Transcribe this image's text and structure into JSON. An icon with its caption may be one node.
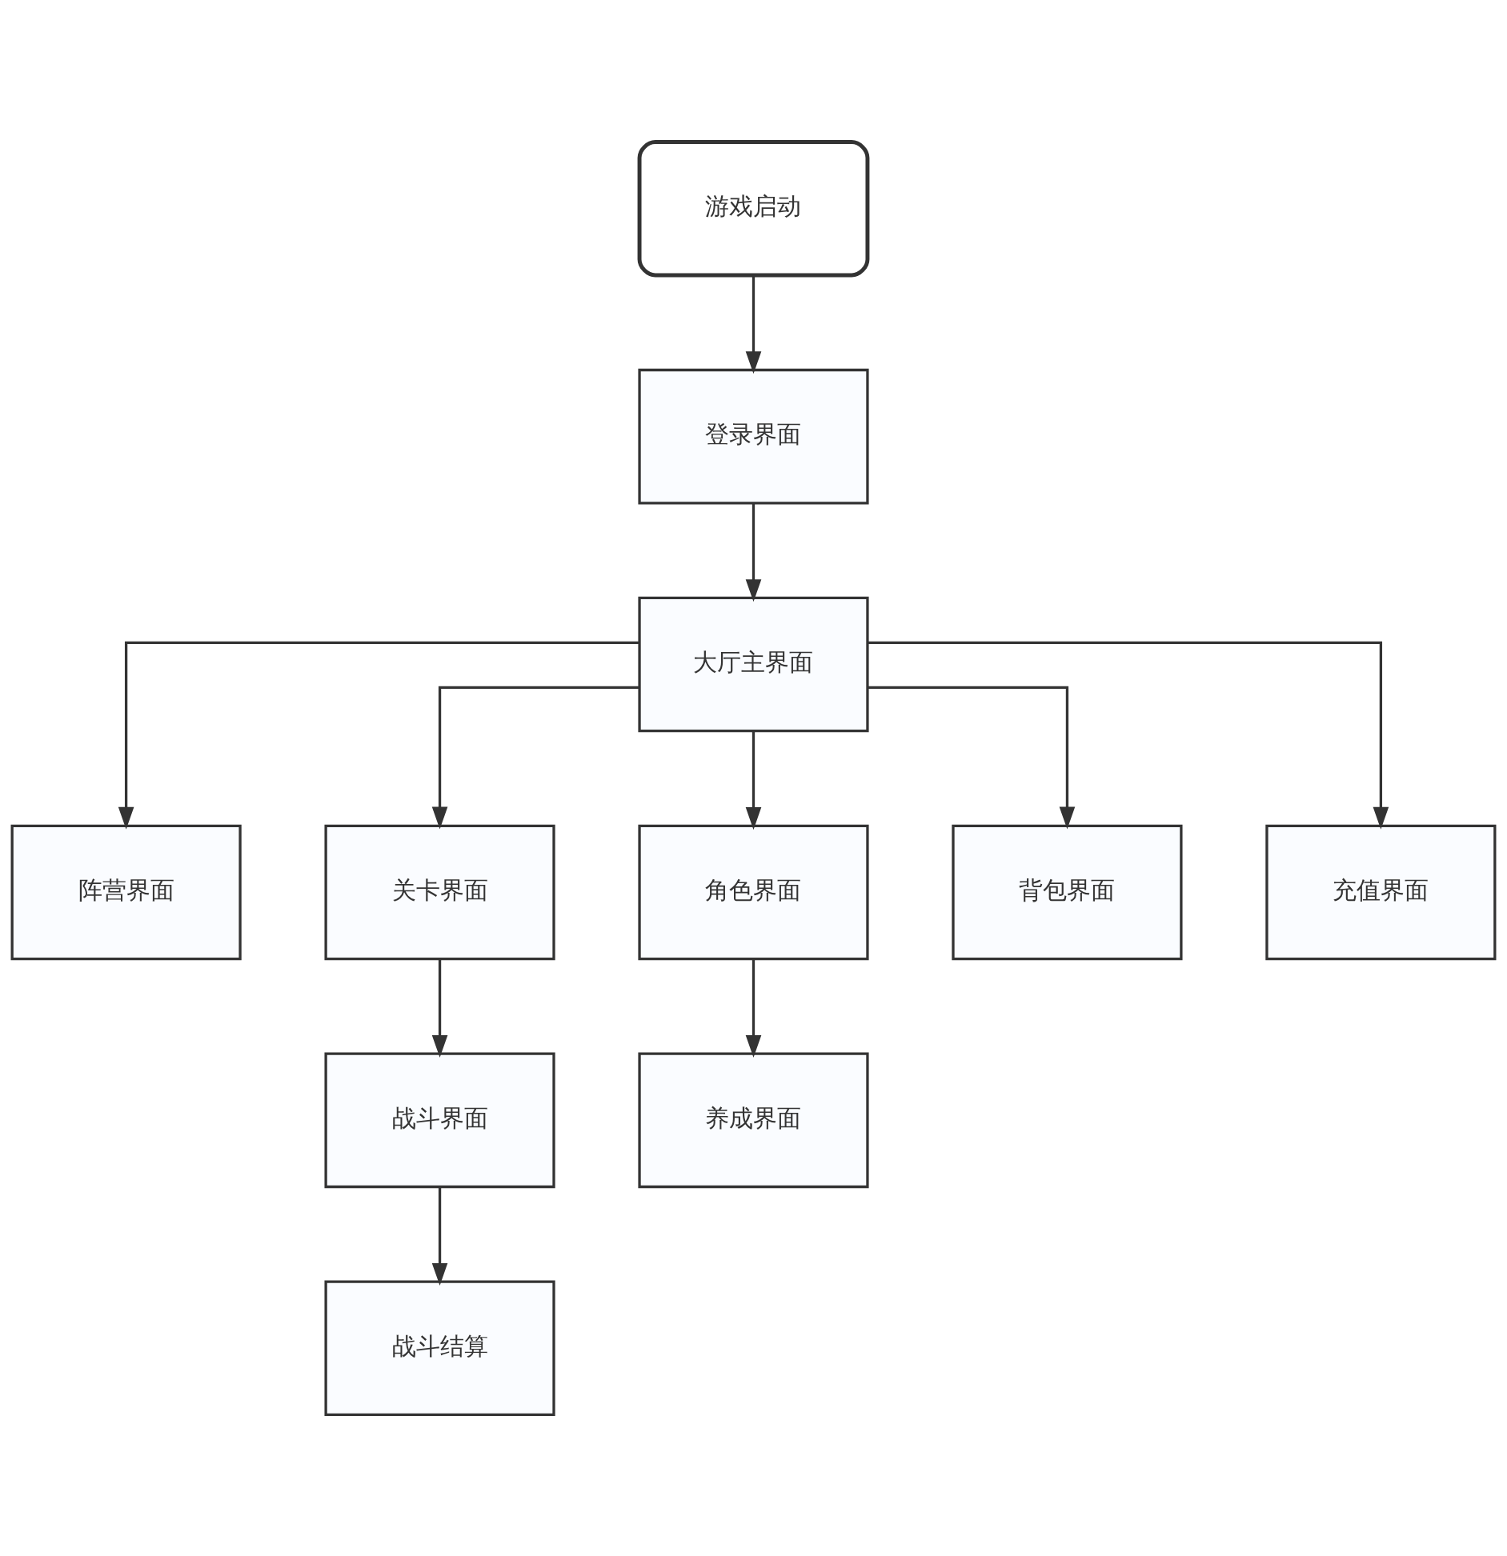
{
  "diagram": {
    "nodes": [
      {
        "text": [
          "游戏启动"
        ]
      },
      {
        "text": [
          "登录界面"
        ]
      },
      {
        "text": [
          "大厅主界面"
        ]
      },
      {
        "text": [
          "阵营界面"
        ]
      },
      {
        "text": [
          "关卡界面"
        ]
      },
      {
        "text": [
          "角色界面"
        ]
      },
      {
        "text": [
          "背包界面"
        ]
      },
      {
        "text": [
          "充值界面"
        ]
      },
      {
        "text": [
          "战斗界面"
        ]
      },
      {
        "text": [
          "养成界面"
        ]
      },
      {
        "text": [
          "战斗结算"
        ]
      }
    ],
    "edges": [
      {
        "from": 0,
        "to": 1,
        "arrow": "to"
      },
      {
        "from": 1,
        "to": 2,
        "arrow": "to"
      },
      {
        "from": 2,
        "to": 3,
        "arrow": "to"
      },
      {
        "from": 2,
        "to": 4,
        "arrow": "to"
      },
      {
        "from": 2,
        "to": 5,
        "arrow": "to"
      },
      {
        "from": 2,
        "to": 6,
        "arrow": "to"
      },
      {
        "from": 2,
        "to": 7,
        "arrow": "to"
      },
      {
        "from": 4,
        "to": 8,
        "arrow": "to"
      },
      {
        "from": 5,
        "to": 9,
        "arrow": "to"
      },
      {
        "from": 8,
        "to": 10,
        "arrow": "to"
      }
    ]
  }
}
